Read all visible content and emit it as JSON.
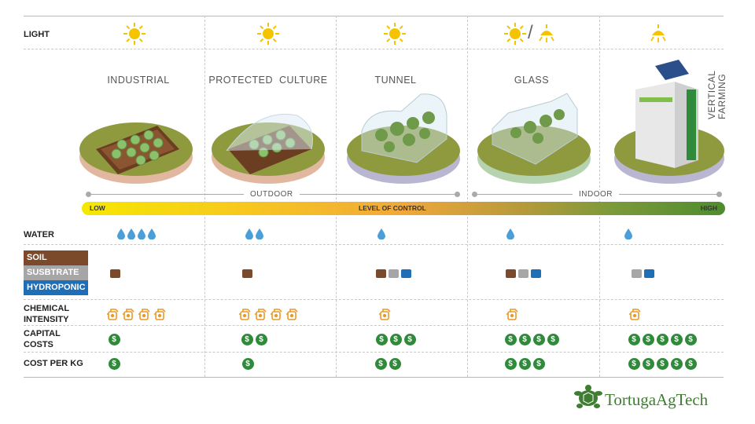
{
  "rows": {
    "light": "LIGHT",
    "water": "WATER",
    "chemical": [
      "CHEMICAL",
      "INTENSITY"
    ],
    "capital": [
      "CAPITAL",
      "COSTS"
    ],
    "cost_per_kg": "COST PER KG"
  },
  "growing_medium": {
    "soil": "SOIL",
    "substrate": "SUSBTRATE",
    "hydroponic": "HYDROPONIC"
  },
  "columns": [
    {
      "title": "INDUSTRIAL",
      "light": [
        "sun"
      ],
      "water": 4,
      "medium": [
        "soil"
      ],
      "chemical": 4,
      "capital": 1,
      "cost_per_kg": 1
    },
    {
      "title": "PROTECTED  CULTURE",
      "light": [
        "sun"
      ],
      "water": 2,
      "medium": [
        "soil"
      ],
      "chemical": 4,
      "capital": 2,
      "cost_per_kg": 1
    },
    {
      "title": "TUNNEL",
      "light": [
        "sun"
      ],
      "water": 1,
      "medium": [
        "soil",
        "substrate",
        "hydroponic"
      ],
      "chemical": 1,
      "capital": 3,
      "cost_per_kg": 2
    },
    {
      "title": "GLASS",
      "light": [
        "sun",
        "lamp"
      ],
      "water": 1,
      "medium": [
        "soil",
        "substrate",
        "hydroponic"
      ],
      "chemical": 1,
      "capital": 4,
      "cost_per_kg": 3
    },
    {
      "title": "VERTICAL\nFARMING",
      "light": [
        "lamp"
      ],
      "water": 1,
      "medium": [
        "substrate",
        "hydroponic"
      ],
      "chemical": 1,
      "capital": 5,
      "cost_per_kg": 5
    }
  ],
  "vertical_title": [
    "VERTICAL",
    "FARMING"
  ],
  "scale": {
    "outdoor": "OUTDOOR",
    "indoor": "INDOOR",
    "low": "LOW",
    "level": "LEVEL OF CONTROL",
    "high": "HIGH"
  },
  "light_separator": "/",
  "dollar_symbol": "$",
  "logo": {
    "word1": "Tortuga",
    "word2": "AgTech"
  },
  "colors": {
    "soil": "#7a4a2a",
    "substrate": "#a6a6a6",
    "hydroponic": "#1f6fb8",
    "water": "#4a9fd8",
    "dollar": "#2f8a3a",
    "sun": "#f5c400",
    "chemical": "#e89a2a",
    "brand": "#3f7d32"
  },
  "icons": {
    "sun": "sun-icon",
    "lamp": "grow-lamp-icon",
    "water": "water-drop-icon",
    "chemical": "sprayer-icon",
    "dollar": "dollar-coin-icon"
  }
}
